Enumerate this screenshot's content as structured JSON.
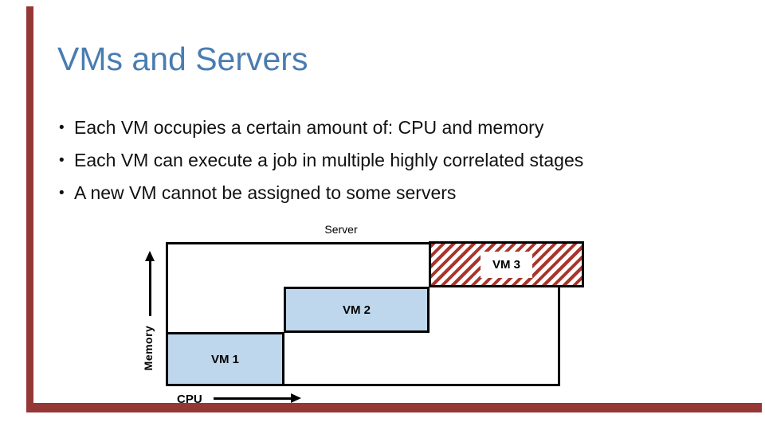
{
  "slide": {
    "title": "VMs and Servers",
    "bullet_glyph": "•",
    "bullets": [
      "Each VM occupies a certain amount of: CPU and memory",
      "Each VM can execute a job in multiple highly correlated stages",
      "A new VM cannot be assigned to some servers"
    ]
  },
  "diagram": {
    "server_label": "Server",
    "vms": [
      {
        "label": "VM 1"
      },
      {
        "label": "VM 2"
      },
      {
        "label": "VM 3"
      }
    ],
    "axes": {
      "y_label": "Memory",
      "x_label": "CPU"
    }
  },
  "colors": {
    "title_text": "#4A7CB0",
    "vm_fill": "#BFD7EC",
    "vm3_hatch": "#A8352B",
    "accent_bar": "#953735",
    "box_border": "#000000"
  }
}
